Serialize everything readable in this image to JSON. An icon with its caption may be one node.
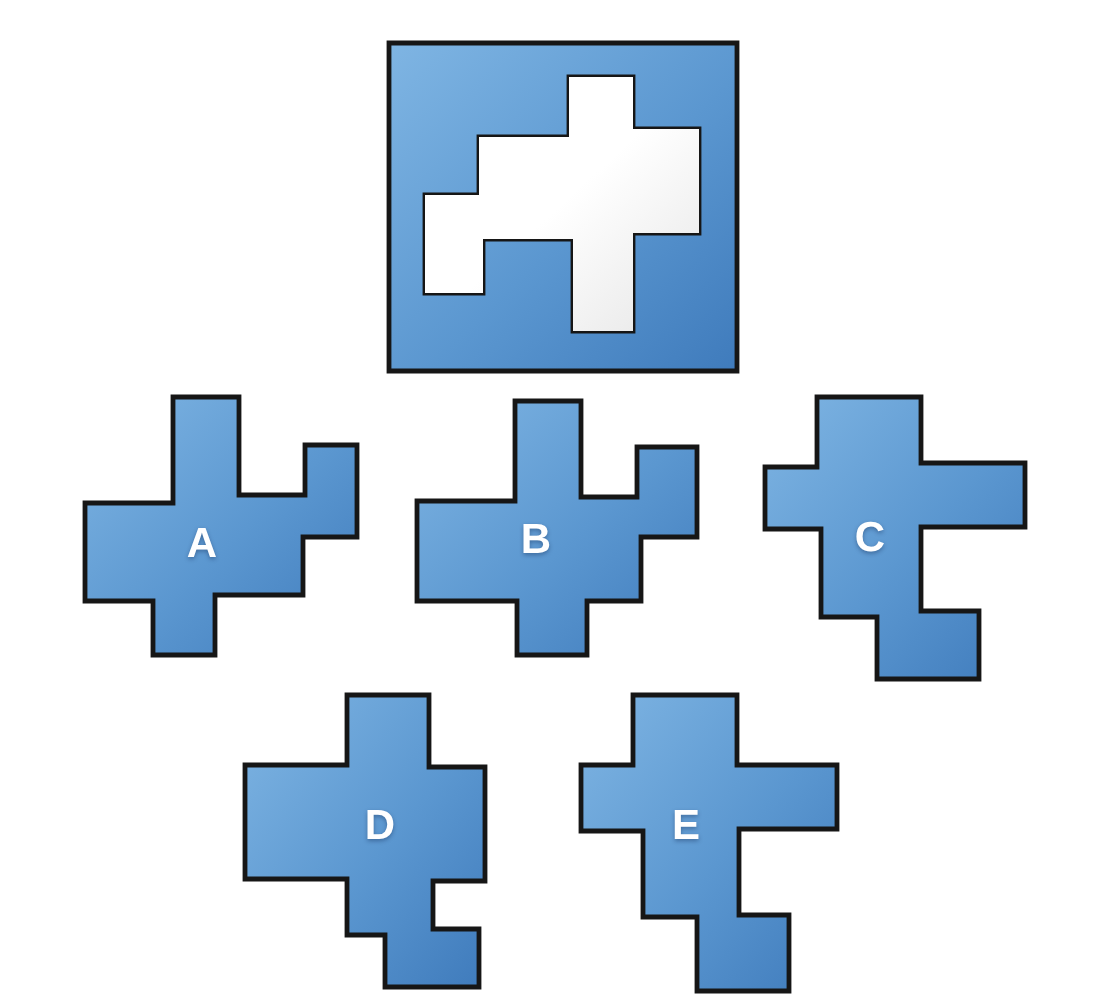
{
  "diagram": {
    "nodes": [
      {
        "text": [],
        "shape": "box"
      },
      {
        "text": [
          "A"
        ]
      },
      {
        "text": [
          "B"
        ]
      },
      {
        "text": [
          "C"
        ]
      },
      {
        "text": [
          "D"
        ]
      },
      {
        "text": [
          "E"
        ]
      }
    ]
  }
}
